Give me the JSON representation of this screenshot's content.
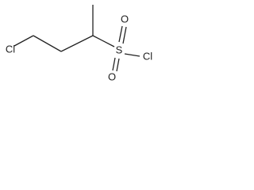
{
  "molecule": {
    "atoms": {
      "cl_left": "Cl",
      "sulfur": "S",
      "oxygen_top": "O",
      "oxygen_bottom": "O",
      "cl_right": "Cl"
    },
    "colors": {
      "line": "#222222",
      "background": "#ffffff"
    }
  }
}
